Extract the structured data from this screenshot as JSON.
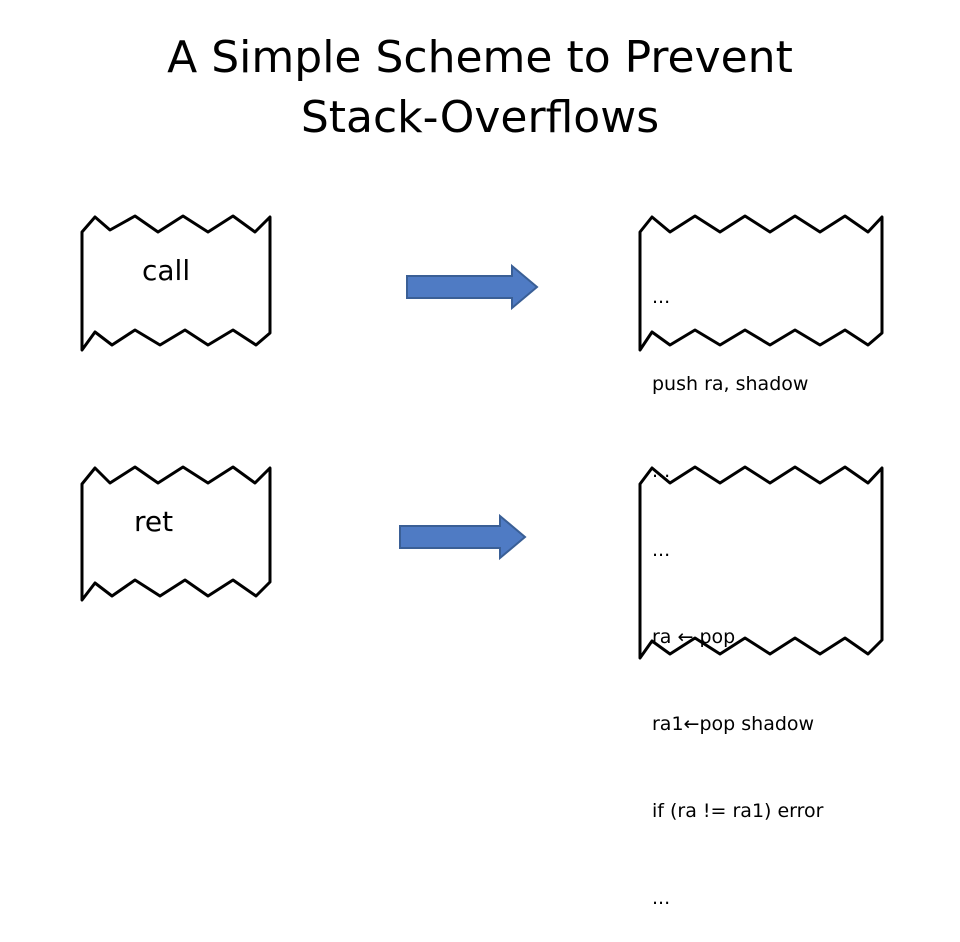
{
  "slide": {
    "title_line1": "A Simple Scheme to Prevent",
    "title_line2": "Stack-Overflows"
  },
  "call_block": {
    "label": "call",
    "transformed": [
      "...",
      "push ra, shadow",
      "..."
    ]
  },
  "ret_block": {
    "label": "ret",
    "transformed": [
      "...",
      "ra ← pop",
      "ra1←pop shadow",
      "if (ra != ra1) error",
      "..."
    ]
  },
  "colors": {
    "arrow_fill": "#4f7bc4",
    "arrow_stroke": "#3a5f96",
    "outline": "#000000"
  }
}
